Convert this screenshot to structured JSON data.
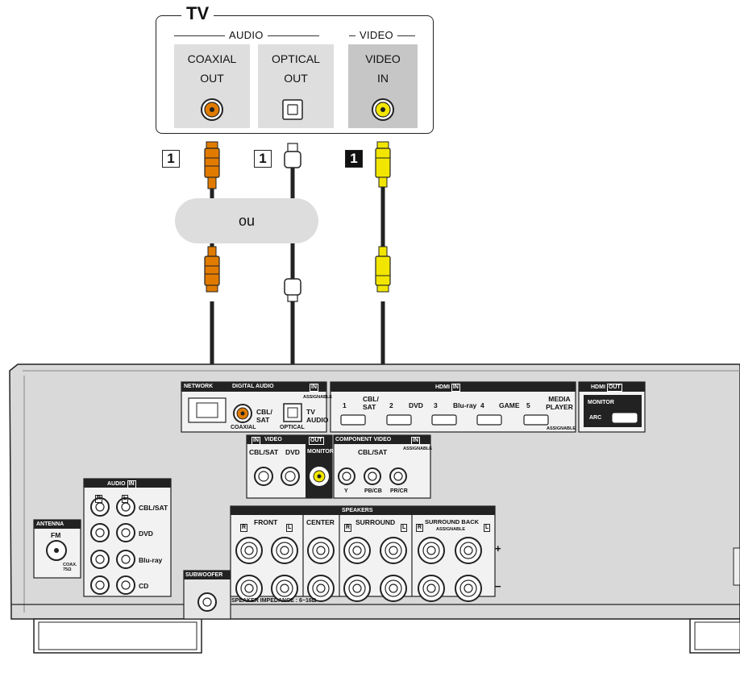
{
  "tv": {
    "title": "TV",
    "audio_label": "AUDIO",
    "video_label": "VIDEO",
    "coaxial": [
      "COAXIAL",
      "OUT"
    ],
    "optical": [
      "OPTICAL",
      "OUT"
    ],
    "videoin": [
      "VIDEO",
      "IN"
    ]
  },
  "steps": {
    "coaxial": "1",
    "optical": "1",
    "video": "1"
  },
  "ou_label": "ou",
  "receiver": {
    "network": "NETWORK",
    "digital_audio": "DIGITAL AUDIO",
    "in_badge": "IN",
    "out_badge": "OUT",
    "assignable": "ASSIGNABLE",
    "cbl_sat_short": "CBL/ SAT",
    "tv_audio": "TV AUDIO",
    "coaxial": "COAXIAL",
    "optical": "OPTICAL",
    "hdmi": "HDMI",
    "hdmi_inputs": [
      "1",
      "CBL/ SAT",
      "2",
      "DVD",
      "3",
      "Blu-ray",
      "4",
      "GAME",
      "5",
      "MEDIA PLAYER"
    ],
    "monitor": "MONITOR",
    "arc": "ARC",
    "video": "VIDEO",
    "cbl_sat": "CBL/SAT",
    "dvd": "DVD",
    "component_video": "COMPONENT VIDEO",
    "component_cbl_sat": "CBL/SAT",
    "component_pins": [
      "Y",
      "PB/CB",
      "PR/CR"
    ],
    "audio": "AUDIO",
    "audio_rows": [
      "CBL/SAT",
      "DVD",
      "Blu-ray",
      "CD"
    ],
    "r": "R",
    "l": "L",
    "antenna": "ANTENNA",
    "fm": "FM",
    "coax_75": "COAX. 75Ω",
    "subwoofer": "SUBWOOFER",
    "speakers": "SPEAKERS",
    "front": "FRONT",
    "center": "CENTER",
    "surround": "SURROUND",
    "surround_back": "SURROUND BACK",
    "plus": "+",
    "minus": "−",
    "impedance": "SPEAKER IMPEDANCE : 6~16Ω"
  },
  "colors": {
    "coaxial_cable": "#e07b00",
    "video_cable": "#f2e600",
    "panel": "#dedede",
    "panel_dark": "#c6c6c6",
    "chassis": "#d9d9d9"
  }
}
